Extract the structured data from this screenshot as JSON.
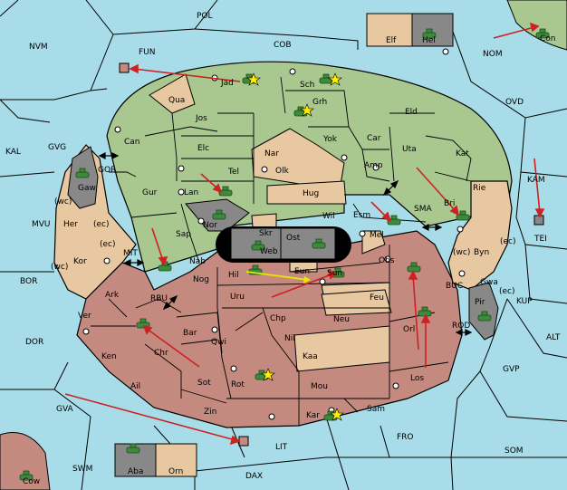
{
  "colors": {
    "sea": "#a8dce8",
    "green": "#a8c890",
    "tan": "#e8c8a0",
    "red": "#c48a80",
    "grey": "#888888",
    "dark": "#6e6e6e",
    "black": "#000000",
    "order_red": "#cc2222",
    "order_yellow": "#e8e800",
    "unit": "#3c8a3c"
  },
  "regions": {
    "pol": "POL",
    "cob": "COB",
    "nvm": "NVM",
    "fun": "FUN",
    "nom": "NOM",
    "con": "Con",
    "elf": "Elf",
    "hel": "Hel",
    "ovd": "OVD",
    "kal": "KAL",
    "gvg": "GVG",
    "gor": "GOR",
    "gaw": "Gaw",
    "mvu": "MVU",
    "bor": "BOR",
    "mit": "MIT",
    "rbu": "RBU",
    "dor": "DOR",
    "gva": "GVA",
    "swm": "SWM",
    "cow": "Cow",
    "aba": "Aba",
    "orn": "Orn",
    "dax": "DAX",
    "lit": "LIT",
    "fro": "FRO",
    "som": "SOM",
    "gvp": "GVP",
    "alt": "ALT",
    "kup": "KUP",
    "kam": "KAM",
    "tei": "TEI",
    "buc": "BUC",
    "rod": "ROD",
    "pir": "Pir",
    "sma": "SMA",
    "jad": "Jad",
    "sch": "Sch",
    "qua": "Qua",
    "grh": "Grh",
    "jos": "Jos",
    "eld": "Eld",
    "can": "Can",
    "yok": "Yok",
    "car": "Car",
    "nar": "Nar",
    "uta": "Uta",
    "kat": "Kat",
    "elc": "Elc",
    "olk": "Olk",
    "amp": "Amp",
    "tel": "Tel",
    "gur": "Gur",
    "lan": "Lan",
    "hug": "Hug",
    "bri": "Bri",
    "rie": "Rie",
    "wil": "Wil",
    "esm": "Esm",
    "nor": "Nor",
    "skr": "Skr",
    "ost": "Ost",
    "web": "Web",
    "mel": "Mel",
    "sap": "Sap",
    "her": "Her",
    "kor": "Kor",
    "nab": "Nab",
    "hil": "Hil",
    "eun": "Eun",
    "sun": "Sun",
    "obs": "Obs",
    "byn": "Byn",
    "ark": "Ark",
    "nog": "Nog",
    "uru": "Uru",
    "feu": "Feu",
    "gwa": "Gwa",
    "ver": "Ver",
    "chp": "Chp",
    "neu": "Neu",
    "bar": "Bar",
    "qwi": "Qwi",
    "nil": "Nil",
    "orl": "Orl",
    "ken": "Ken",
    "chr": "Chr",
    "kaa": "Kaa",
    "ail": "Ail",
    "sot": "Sot",
    "rot": "Rot",
    "mou": "Mou",
    "los": "Los",
    "zin": "Zin",
    "kar": "Kar",
    "sam": "Sam"
  },
  "coast_labels": {
    "wc1": "(wc)",
    "ec1": "(ec)",
    "ec2": "(ec)",
    "wc2": "(wc)",
    "ec3": "(ec)",
    "wc3": "(wc)",
    "ec4": "(ec)"
  }
}
